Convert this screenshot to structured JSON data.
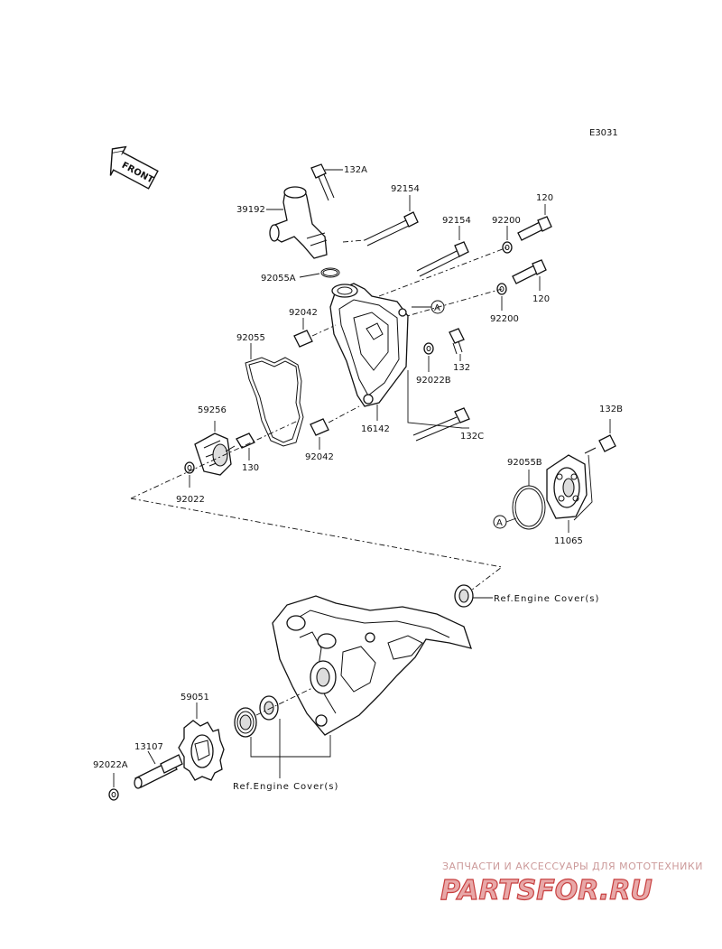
{
  "diagram": {
    "code": "E3031",
    "front_label": "FRONT",
    "callout_marker": "A",
    "labels": {
      "p132A": "132A",
      "p39192": "39192",
      "p92154a": "92154",
      "p92154b": "92154",
      "p92200a": "92200",
      "p120a": "120",
      "p120b": "120",
      "p92200b": "92200",
      "p92055A": "92055A",
      "p92042a": "92042",
      "p92055": "92055",
      "p132": "132",
      "p92022B": "92022B",
      "p16142": "16142",
      "p92042b": "92042",
      "p132C": "132C",
      "p59256": "59256",
      "p130": "130",
      "p92022": "92022",
      "p132B": "132B",
      "p92055B": "92055B",
      "p11065": "11065",
      "p59051": "59051",
      "p13107": "13107",
      "p92022A": "92022A"
    },
    "ref_engine_cover_1": "Ref.Engine Cover(s)",
    "ref_engine_cover_2": "Ref.Engine Cover(s)"
  },
  "watermark": {
    "tagline": "ЗАПЧАСТИ И АКСЕССУАРЫ ДЛЯ МОТОТЕХНИКИ",
    "brand": "PARTSFOR.RU"
  }
}
